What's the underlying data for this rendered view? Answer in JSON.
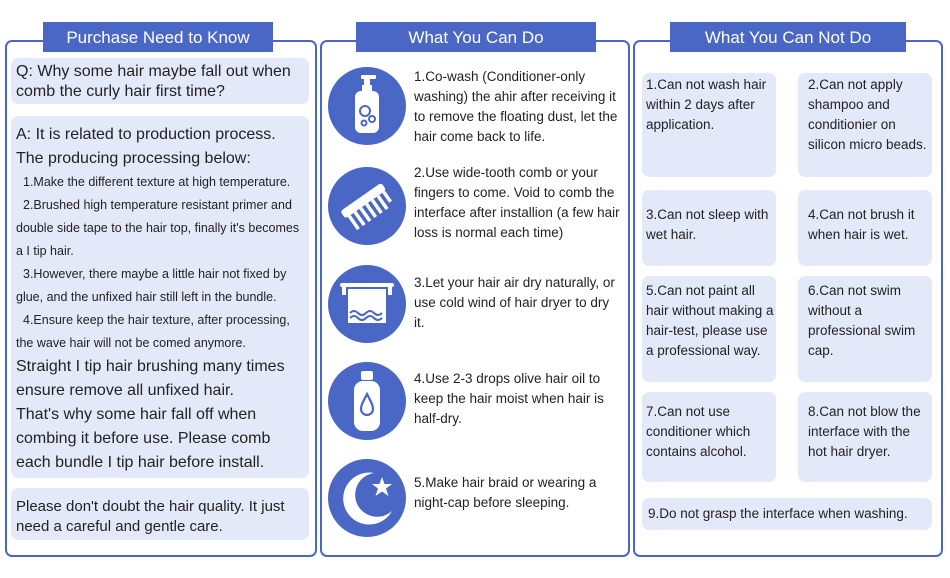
{
  "left": {
    "title": "Purchase Need to Know",
    "question": "Q: Why some hair maybe fall out when comb the curly hair first time?",
    "answer_intro_1": "A: It is related to production process.",
    "answer_intro_2": "The producing processing below:",
    "steps": [
      "1.Make the different texture at high temperature.",
      "2.Brushed high temperature resistant primer and double side tape to the hair top, finally it's becomes a I tip hair.",
      "3.However, there maybe a little hair not fixed by glue, and the unfixed hair still left in the bundle.",
      "4.Ensure keep the hair texture, after processing, the wave hair will not be comed anymore."
    ],
    "answer_tail_1": "Straight I tip hair brushing many times ensure remove all unfixed hair.",
    "answer_tail_2": "That's why some hair fall off when combing it before use. Please comb each bundle I tip hair before install.",
    "note": "Please don't doubt the hair quality. It just need a careful and gentle care."
  },
  "middle": {
    "title": "What You Can Do",
    "items": [
      {
        "icon": "shampoo-bottle-icon",
        "text": "1.Co-wash (Conditioner-only washing) the ahir after receiving it to remove the floating dust, let the hair come back to life."
      },
      {
        "icon": "wide-tooth-comb-icon",
        "text": "2.Use wide-tooth comb or your fingers to come. Void to comb the interface after installion (a few hair loss is normal each time)"
      },
      {
        "icon": "towel-rack-icon",
        "text": "3.Let your hair air dry naturally, or use cold wind of hair dryer to dry it."
      },
      {
        "icon": "oil-bottle-icon",
        "text": "4.Use 2-3 drops olive hair oil to keep the hair moist when hair is half-dry."
      },
      {
        "icon": "moon-star-icon",
        "text": "5.Make hair braid or wearing a night-cap before sleeping."
      }
    ]
  },
  "right": {
    "title": "What You Can Not Do",
    "items": [
      "1.Can not wash hair within 2 days after application.",
      "2.Can not apply shampoo and conditionier on silicon micro beads.",
      "3.Can not sleep with wet hair.",
      "4.Can not brush it when hair is wet.",
      "5.Can not paint all hair without making a hair-test, please use a professional way.",
      "6.Can not swim without a professional swim cap.",
      "7.Can not use conditioner which contains alcohol.",
      "8.Can not blow the interface with the hot hair dryer.",
      "9.Do not grasp the interface when washing."
    ]
  },
  "colors": {
    "accent": "#4a67c6",
    "box": "#e4e9fa"
  }
}
